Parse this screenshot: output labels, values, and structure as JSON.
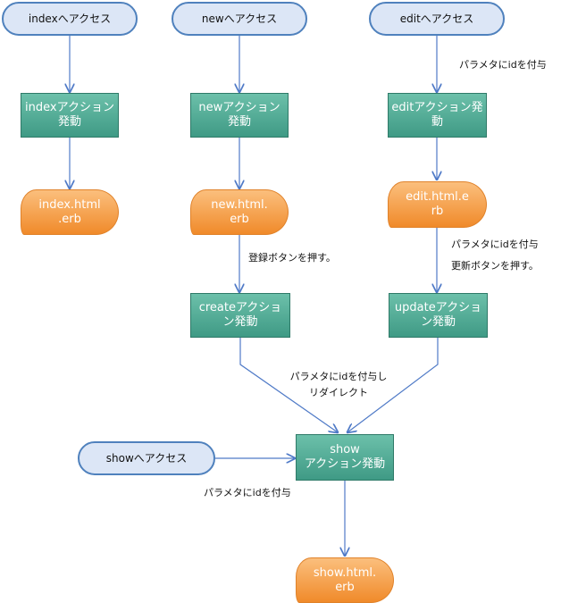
{
  "nodes": {
    "index_access": "indexへアクセス",
    "new_access": "newへアクセス",
    "edit_access": "editへアクセス",
    "index_action": "indexアクション\n発動",
    "new_action": "newアクション\n発動",
    "edit_action": "editアクション発\n動",
    "index_view": "index.html\n.erb",
    "new_view": "new.html.\nerb",
    "edit_view": "edit.html.e\nrb",
    "create_action": "createアクショ\nン発動",
    "update_action": "updateアクショ\nン発動",
    "show_action": "show\nアクション発動",
    "show_access": "showへアクセス",
    "show_view": "show.html.\nerb"
  },
  "labels": {
    "edit_param": "パラメタにidを付与",
    "register_button": "登録ボタンを押す。",
    "update_param": "パラメタにidを付与",
    "update_button": "更新ボタンを押す。",
    "redirect_note": "パラメタにidを付与し\nリダイレクト",
    "show_param": "パラメタにidを付与"
  },
  "colors": {
    "edge": "#4f7ac7",
    "pill_fill": "#dce6f6",
    "pill_border": "#4f81bd",
    "action_fill": "#4fae96",
    "doc_fill": "#f6a04d"
  }
}
